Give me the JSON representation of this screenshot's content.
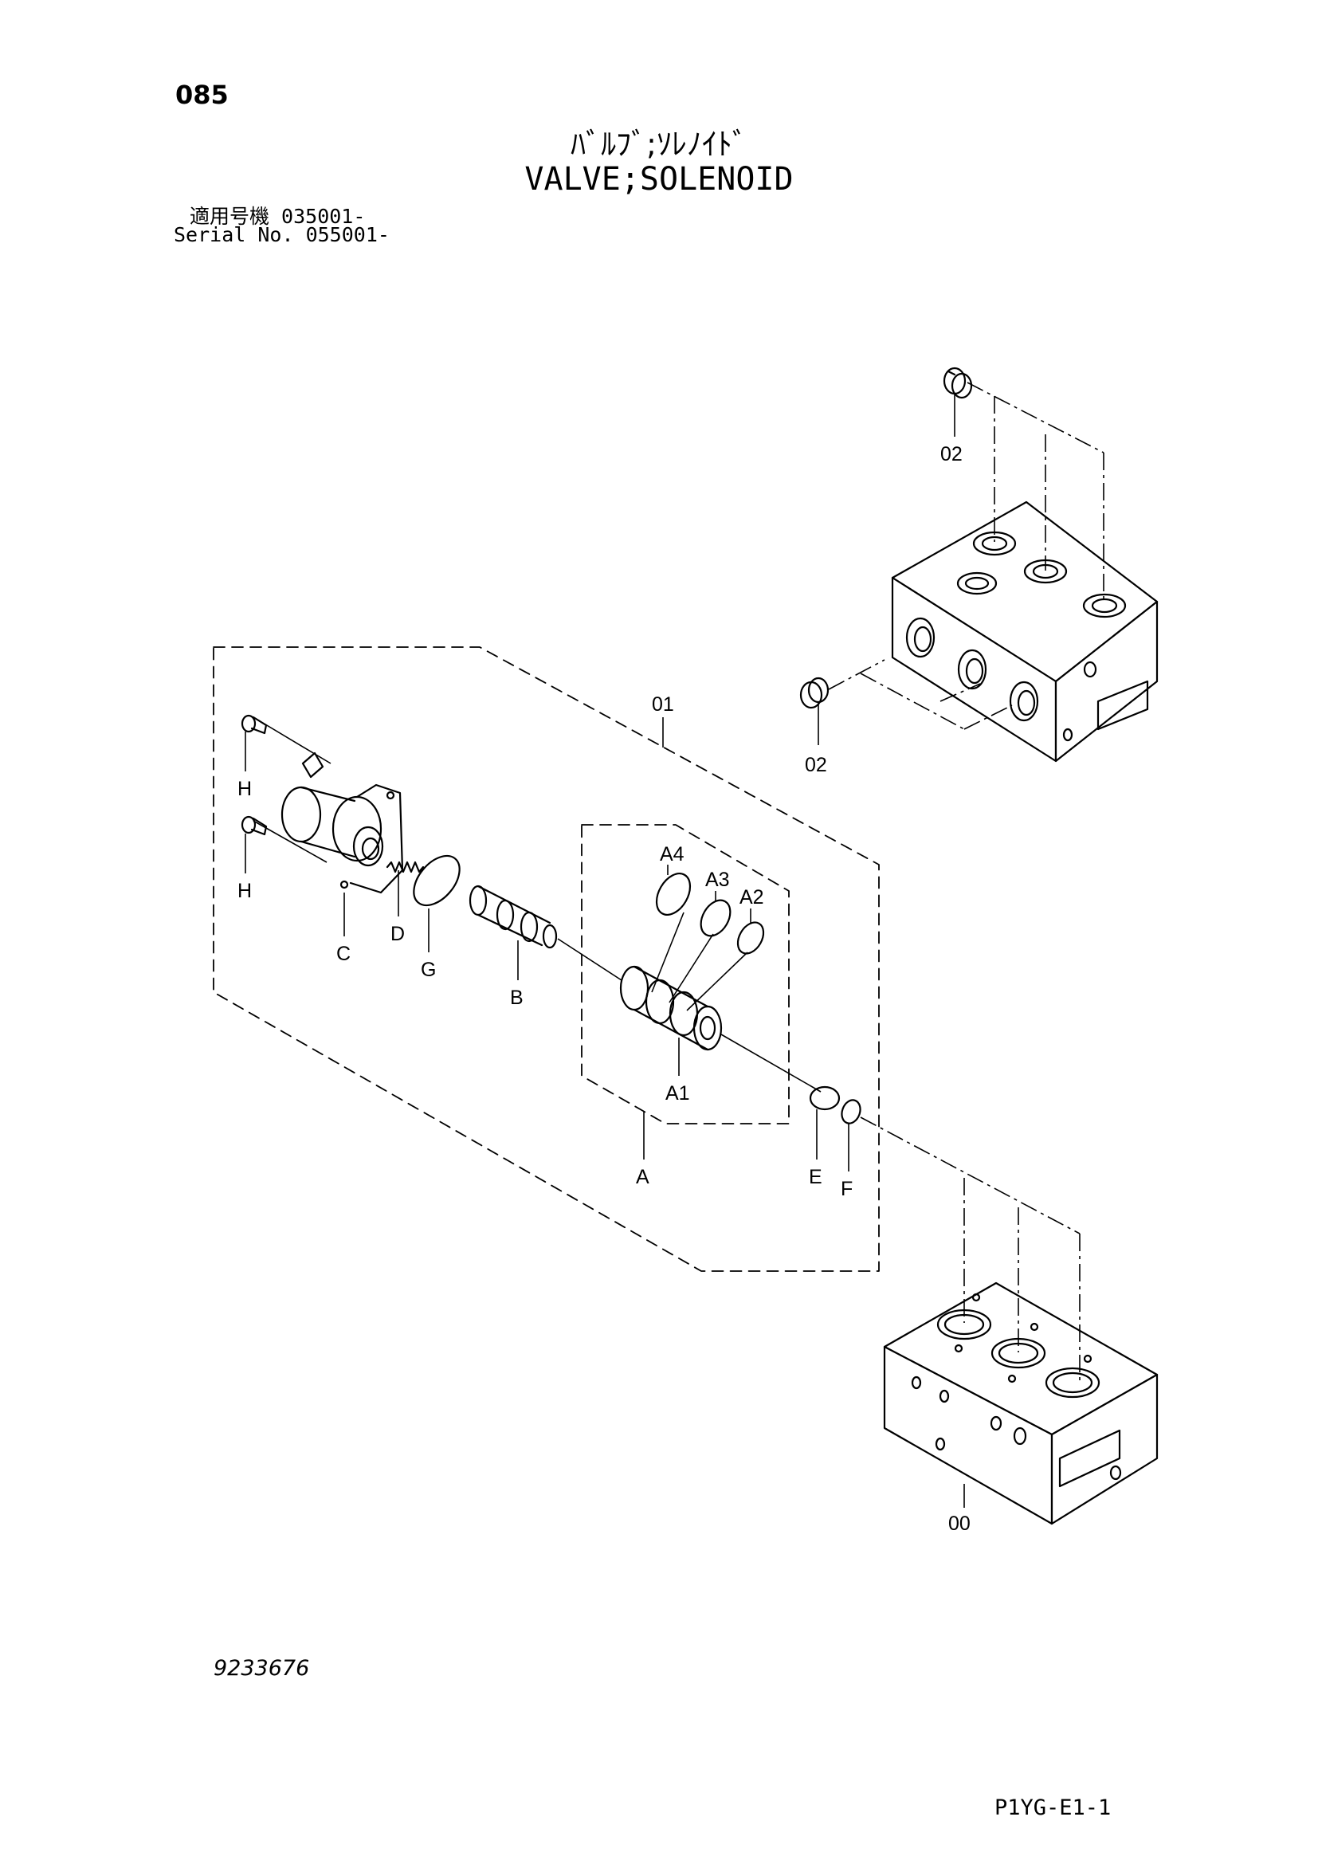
{
  "header": {
    "page_number": "085",
    "title_jp": "ﾊﾞﾙﾌﾞ;ｿﾚﾉｲﾄﾞ",
    "title_en": "VALVE;SOLENOID",
    "serial_line_1": "適用号機  035001-",
    "serial_line_2": "Serial No. 055001-"
  },
  "footer": {
    "drawing_number": "9233676",
    "sheet_code": "P1YG-E1-1"
  },
  "callouts": {
    "p00": "00",
    "p01": "01",
    "p02_top": "02",
    "p02_side": "02",
    "A": "A",
    "A1": "A1",
    "A2": "A2",
    "A3": "A3",
    "A4": "A4",
    "B": "B",
    "C": "C",
    "D": "D",
    "E": "E",
    "F": "F",
    "G": "G",
    "H_top": "H",
    "H_bottom": "H"
  }
}
